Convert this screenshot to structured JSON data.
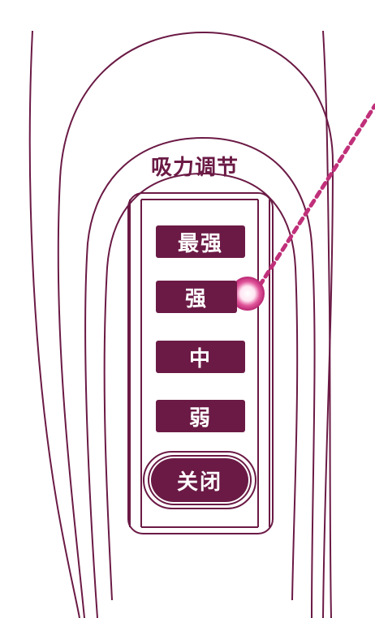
{
  "panel": {
    "title": "吸力调节"
  },
  "buttons": {
    "strongest": "最强",
    "strong": "强",
    "medium": "中",
    "weak": "弱",
    "off": "关闭"
  },
  "indicator": {
    "active_level": "强"
  },
  "colors": {
    "outline": "#6b1a45",
    "button": "#6b1a45",
    "indicator_glow": "#c0307a",
    "pointer_line": "#c0307a"
  }
}
